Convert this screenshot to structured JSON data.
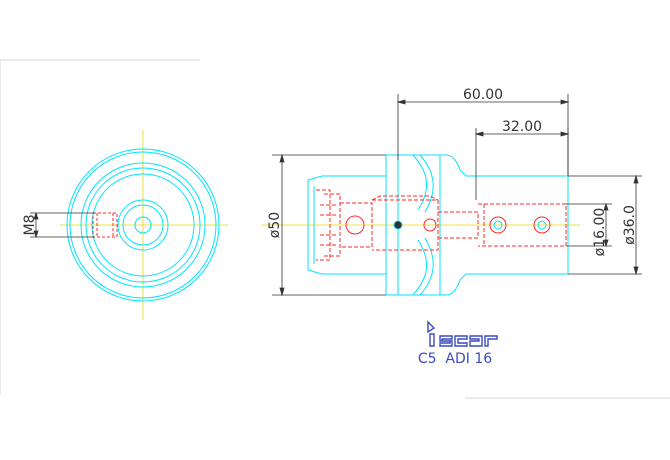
{
  "drawing": {
    "dimensions": {
      "overall_length": "60.00",
      "shank_length": "32.00",
      "flange_diameter": "ø50",
      "shank_diameter": "ø36.0",
      "bore_diameter": "ø16.00",
      "screw_thread": "M8"
    },
    "brand": {
      "logo_text": "iscar"
    },
    "caption": "C5  ADI 16",
    "colors": {
      "outline": "#00e5ff",
      "hidden": "#ff2a2a",
      "centerline": "#e8d800",
      "dimension": "#333333",
      "brand": "#3a4bbf"
    }
  }
}
